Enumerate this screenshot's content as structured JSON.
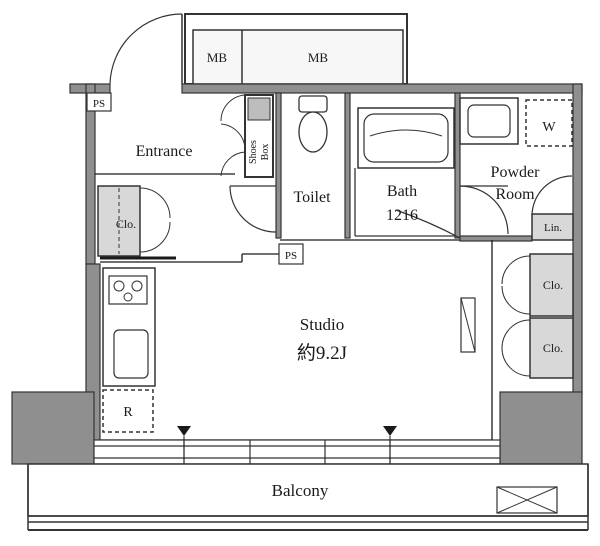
{
  "rooms": {
    "entrance": "Entrance",
    "toilet": "Toilet",
    "bath": "Bath",
    "bath_size": "1216",
    "powder_room_line1": "Powder",
    "powder_room_line2": "Room",
    "studio": "Studio",
    "studio_area": "約9.2J",
    "balcony": "Balcony"
  },
  "fixtures": {
    "meter_box_small": "MB",
    "meter_box_large": "MB",
    "pipe_space_top": "PS",
    "pipe_space_mid": "PS",
    "washer": "W",
    "shoes_box_line1": "Shoes",
    "shoes_box_line2": "Box",
    "closet_entrance": "Clo.",
    "closet_studio_1": "Clo.",
    "closet_studio_2": "Clo.",
    "linen": "Lin.",
    "refrigerator": "R"
  },
  "colors": {
    "wall": "#8f8f8f",
    "wall_outline": "#333333",
    "line": "#1a1a1a",
    "fixture_fill": "#d8d8d8",
    "background": "#ffffff"
  }
}
